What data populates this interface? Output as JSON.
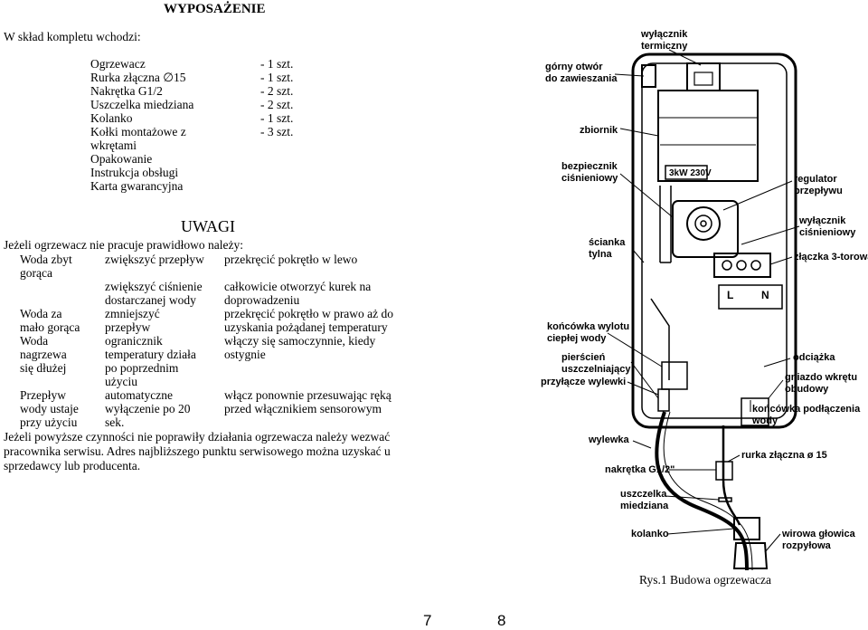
{
  "section_title": "WYPOSAŻENIE",
  "kit_intro": "W skład kompletu wchodzi:",
  "kit_items": [
    {
      "name": "Ogrzewacz",
      "qty": "- 1 szt."
    },
    {
      "name": "Rurka złączna ∅15",
      "qty": "- 1 szt."
    },
    {
      "name": "Nakrętka G1/2",
      "qty": "- 2 szt."
    },
    {
      "name": "Uszczelka miedziana",
      "qty": "- 2 szt."
    },
    {
      "name": "Kolanko",
      "qty": "- 1 szt."
    },
    {
      "name": "Kołki montażowe z",
      "qty": "- 3 szt."
    },
    {
      "name": "wkrętami",
      "qty": ""
    },
    {
      "name": "Opakowanie",
      "qty": ""
    },
    {
      "name": "Instrukcja obsługi",
      "qty": ""
    },
    {
      "name": "Karta gwarancyjna",
      "qty": ""
    }
  ],
  "uwagi": {
    "heading": "UWAGI",
    "intro": "Jeżeli ogrzewacz nie pracuje prawidłowo należy:",
    "rows": [
      {
        "problem": [
          "Woda zbyt",
          "gorąca"
        ],
        "cause": [
          "zwiększyć przepływ"
        ],
        "action": [
          "przekręcić pokrętło w lewo"
        ]
      },
      {
        "problem": [],
        "cause": [
          "zwiększyć ciśnienie",
          "dostarczanej wody"
        ],
        "action": [
          "całkowicie otworzyć kurek na",
          "doprowadzeniu"
        ]
      },
      {
        "problem": [
          "Woda za",
          "mało gorąca"
        ],
        "cause": [
          "zmniejszyć",
          "przepływ"
        ],
        "action": [
          "przekręcić pokrętło w prawo aż do",
          "uzyskania pożądanej temperatury"
        ]
      },
      {
        "problem": [
          "Woda",
          "nagrzewa",
          "się dłużej"
        ],
        "cause": [
          "ogranicznik",
          "temperatury działa",
          "po poprzednim",
          "użyciu"
        ],
        "action": [
          "włączy się samoczynnie, kiedy",
          "ostygnie"
        ]
      },
      {
        "problem": [
          "Przepływ",
          "wody ustaje",
          "przy użyciu"
        ],
        "cause": [
          "automatyczne",
          "wyłączenie po 20",
          "sek."
        ],
        "action": [
          "włącz ponownie przesuwając ręką",
          "przed włącznikiem sensorowym"
        ]
      }
    ],
    "closing": [
      "Jeżeli powyższe czynności nie poprawiły działania ogrzewacza należy wezwać",
      "pracownika serwisu. Adres najbliższego punktu serwisowego można uzyskać u",
      "sprzedawcy lub producenta."
    ]
  },
  "diagram": {
    "rating_label": "3kW 230V",
    "terminal_labels": [
      "L",
      "N"
    ],
    "labels": {
      "wylacznik_termiczny": [
        "wyłącznik",
        "termiczny"
      ],
      "gorny_otwor": [
        "górny otwór",
        "do zawieszania"
      ],
      "zbiornik": [
        "zbiornik"
      ],
      "bezpiecznik": [
        "bezpiecznik",
        "ciśnieniowy"
      ],
      "regulator": [
        "regulator",
        "przepływu"
      ],
      "wylacznik_cisnieniowy": [
        "wyłącznik",
        "ciśnieniowy"
      ],
      "scianka": [
        "ścianka",
        "tylna"
      ],
      "zlaczka": [
        "złączka 3-torowa"
      ],
      "koncowka_wylotu": [
        "końcówka wylotu",
        "ciepłej wody"
      ],
      "pierscien": [
        "pierścień",
        "uszczelniający"
      ],
      "odciazka": [
        "odciążka"
      ],
      "przylacze": [
        "przyłącze wylewki"
      ],
      "gniazdo": [
        "gniazdo wkrętu",
        "obudowy"
      ],
      "koncowka_podl": [
        "końcówka podłączenia",
        "wody"
      ],
      "wylewka": [
        "wylewka"
      ],
      "rurka": [
        "rurka złączna ø 15"
      ],
      "nakretka": [
        "nakrętka G1/2\""
      ],
      "uszczelka": [
        "uszczelka",
        "miedziana"
      ],
      "kolanko": [
        "kolanko"
      ],
      "wirowa": [
        "wirowa głowica",
        "rozpyłowa"
      ]
    },
    "caption": "Rys.1 Budowa ogrzewacza"
  },
  "page_numbers": [
    "7",
    "8"
  ]
}
